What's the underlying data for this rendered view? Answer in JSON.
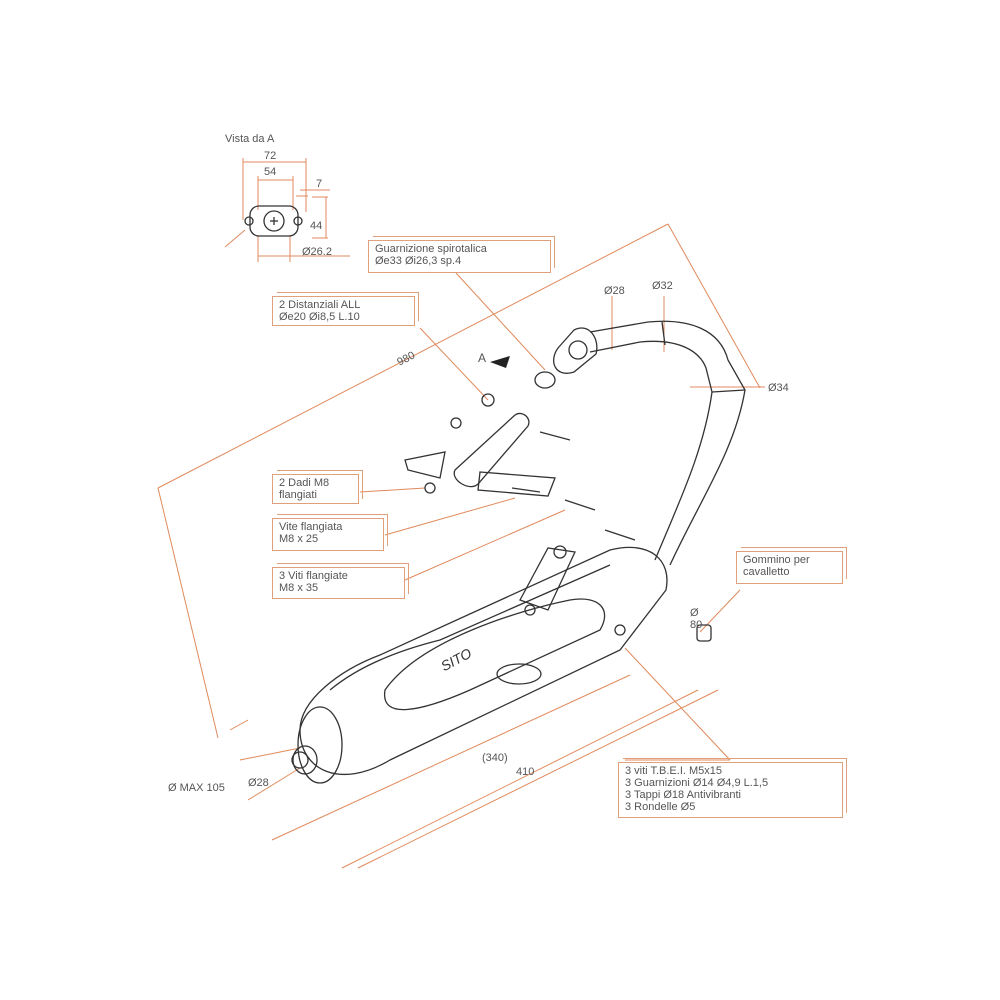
{
  "view": {
    "title": "Vista da A",
    "dim_72": "72",
    "dim_54": "54",
    "dim_7": "7",
    "dim_44": "44",
    "dim_diam": "Ø26.2"
  },
  "dims": {
    "d980": "980",
    "d28_top": "Ø28",
    "d32": "Ø32",
    "d34": "Ø34",
    "d340": "(340)",
    "d410": "410",
    "dmax": "Ø MAX 105",
    "d28_bottom": "Ø28",
    "d8_a": "Ø",
    "d8_b": "80",
    "arrow_a": "A"
  },
  "callouts": {
    "gasket": [
      "Guarnizione spirotalica",
      "Øe33 Øi26,3 sp.4"
    ],
    "spacers": [
      "2 Distanziali ALL",
      "Øe20 Øi8,5 L.10"
    ],
    "nuts": [
      "2 Dadi M8",
      "flangiati"
    ],
    "screw": [
      "Vite flangiata",
      "M8 x 25"
    ],
    "screws3": [
      "3 Viti flangiate",
      "M8 x 35"
    ],
    "rubber": [
      "Gommino per",
      "cavalletto"
    ],
    "kit": [
      "3 viti T.B.E.I. M5x15",
      "3 Guarnizioni Ø14 Ø4,9 L.1,5",
      "3 Tappi Ø18 Antivibranti",
      "3 Rondelle Ø5"
    ]
  },
  "brand": "SITO",
  "colors": {
    "dimension": "#e08a5c",
    "outline": "#333333",
    "text": "#555555"
  }
}
